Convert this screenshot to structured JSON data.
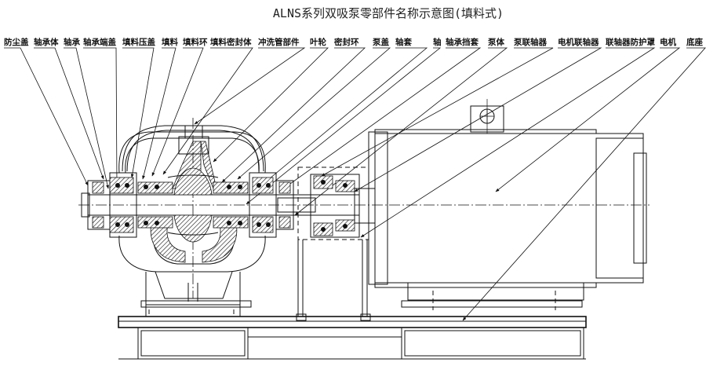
{
  "title": "ALNS系列双吸泵零部件名称示意图(填料式)",
  "labels": [
    "防尘盖",
    "轴承体",
    "轴承",
    "轴承端盖",
    "填料压盖",
    "填料",
    "填料环",
    "填料密封体",
    "冲洗管部件",
    "叶轮",
    "密封环",
    "泵盖",
    "轴套",
    "轴",
    "轴承挡套",
    "泵体",
    "泵联轴器",
    "电机联轴器",
    "联轴器防护罩",
    "电机",
    "底座"
  ]
}
